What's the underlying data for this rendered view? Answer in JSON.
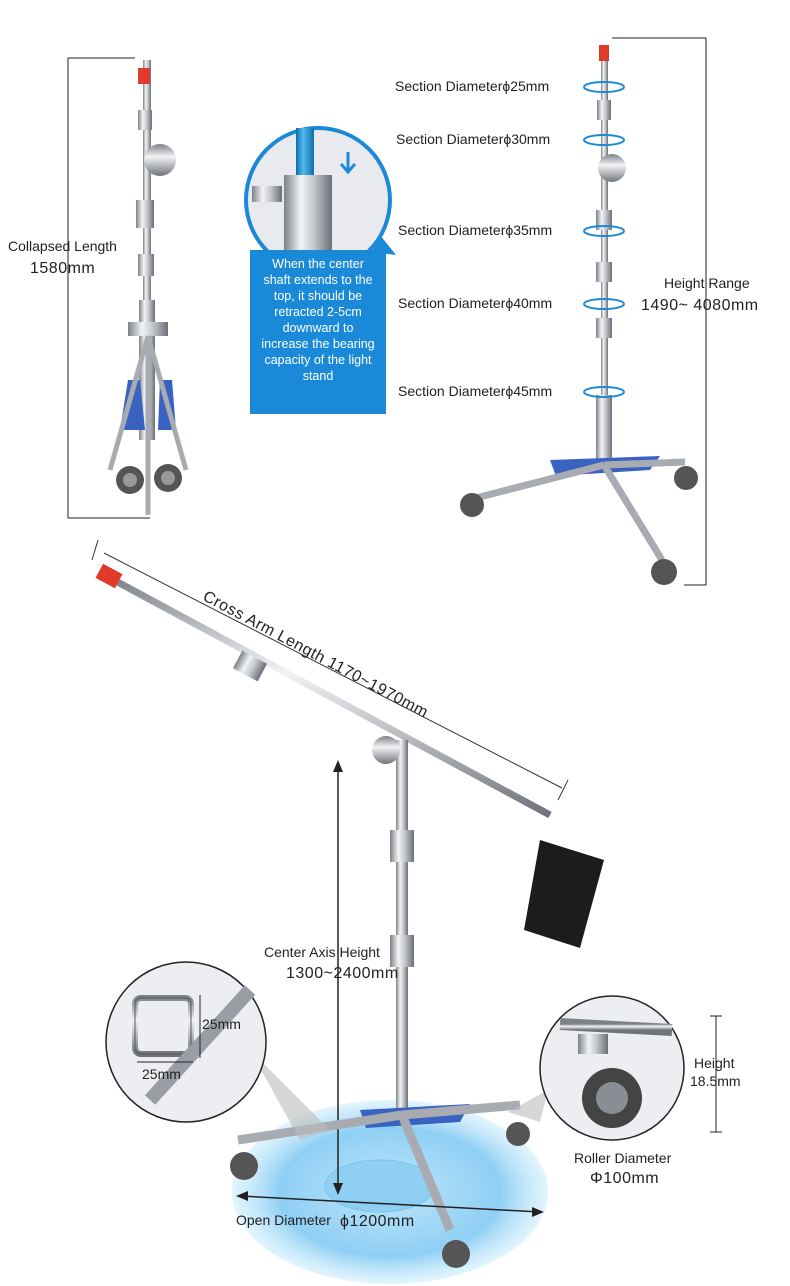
{
  "collapsed": {
    "label": "Collapsed Length",
    "value": "1580mm"
  },
  "note": {
    "line1": "When the center",
    "line2": "shaft extends to the",
    "line3": "top, it should be",
    "line4": "retracted 2-5cm",
    "line5": "downward to",
    "line6": "increase the bearing",
    "line7": "capacity of the light",
    "line8": "stand"
  },
  "sections": [
    "Section Diameterϕ25mm",
    "Section Diameterϕ30mm",
    "Section Diameterϕ35mm",
    "Section Diameterϕ40mm",
    "Section Diameterϕ45mm"
  ],
  "height_range": {
    "label": "Height Range",
    "value": "1490~ 4080mm"
  },
  "cross_arm": {
    "label": "Cross Arm Length 1170~1970mm"
  },
  "center_axis": {
    "label": "Center Axis Height",
    "value": "1300~2400mm"
  },
  "tube": {
    "w": "25mm",
    "h": "25mm"
  },
  "wheel": {
    "height_label": "Height",
    "height_value": "18.5mm",
    "roller_label": "Roller Diameter",
    "roller_value": "Φ100mm"
  },
  "open": {
    "label": "Open Diameter",
    "value": "ϕ1200mm"
  },
  "colors": {
    "accent": "#1a8ad8",
    "chrome": "#b8bcc2",
    "red": "#e03a2a",
    "base_blue": "#3a62c0",
    "glow": "#9fd6f7"
  }
}
